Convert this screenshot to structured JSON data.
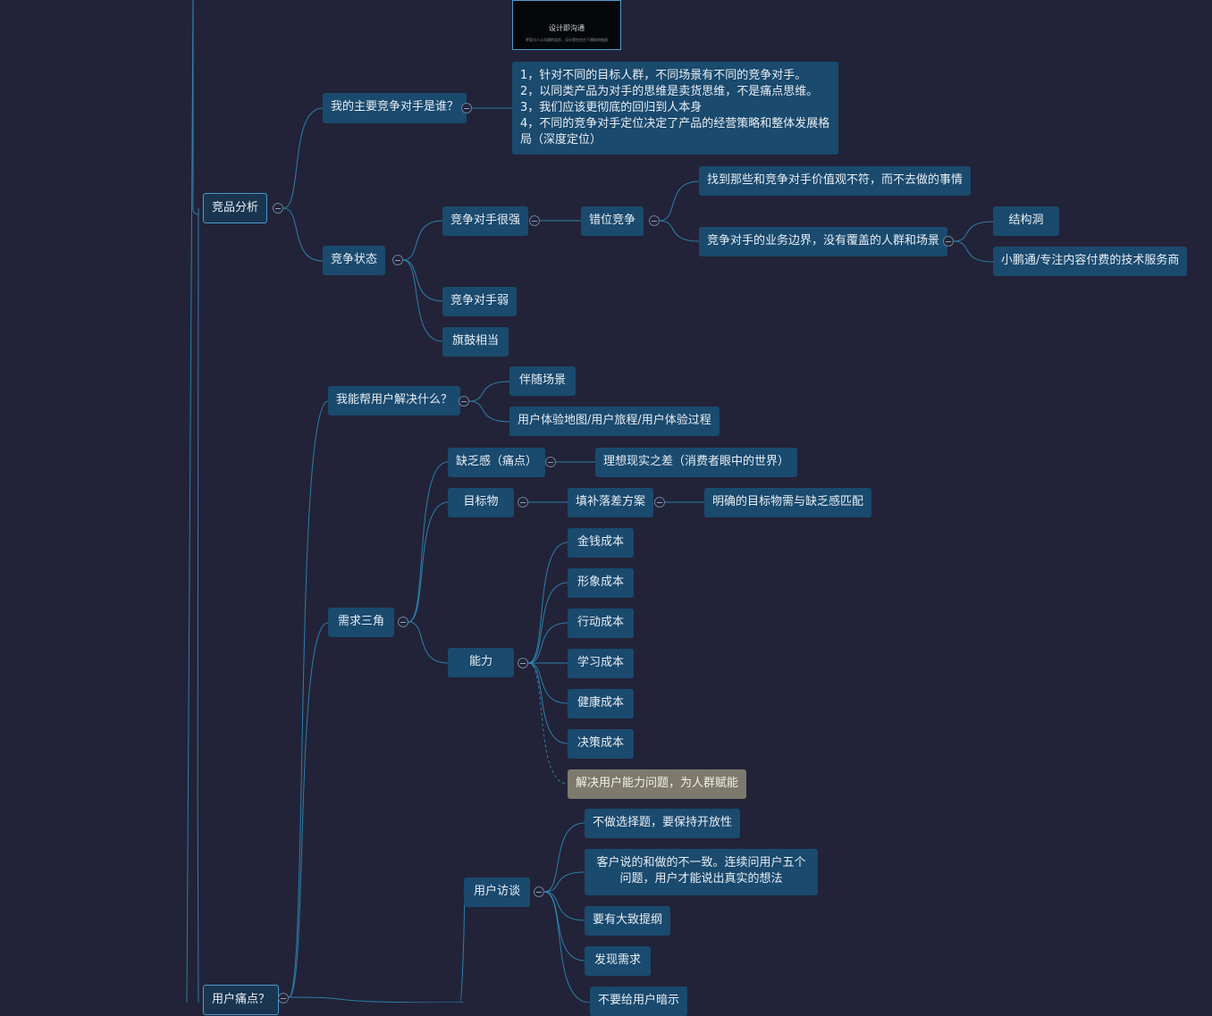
{
  "thumbnail": {
    "title": "设计即沟通",
    "subtitle": "界面与人心沟通的语言，设计是在信任下建筑的链接"
  },
  "nodes": {
    "jingpin": "竞品分析",
    "duishou_q": "我的主要竞争对手是谁？",
    "duishou_note": "1，针对不同的目标人群，不同场景有不同的竞争对手。\n2，以同类产品为对手的思维是卖货思维，不是痛点思维。\n3，我们应该更彻底的回归到人本身\n4，不同的竞争对手定位决定了产品的经营策略和整体发展格局（深度定位）",
    "jingzheng": "竞争状态",
    "hen_qiang": "竞争对手很强",
    "cuowei": "错位竞争",
    "zhaodao": "找到那些和竞争对手价值观不符，而不去做的事情",
    "bianjie": "竞争对手的业务边界，没有覆盖的人群和场景",
    "jiegoudong": "结构洞",
    "xiaopengtong": "小鹏通/专注内容付费的技术服务商",
    "ruo": "竞争对手弱",
    "qigu": "旗鼓相当",
    "jiejue_q": "我能帮用户解决什么？",
    "banshui": "伴随场景",
    "ditu": "用户体验地图/用户旅程/用户体验过程",
    "xuqiu": "需求三角",
    "quefa": "缺乏感（痛点）",
    "lixiang": "理想现实之差（消费者眼中的世界）",
    "mubiao": "目标物",
    "tianbu": "填补落差方案",
    "mingque": "明确的目标物需与缺乏感匹配",
    "nengli": "能力",
    "jinqian": "金钱成本",
    "xingxiang": "形象成本",
    "xingdong": "行动成本",
    "xuexi": "学习成本",
    "jiankang": "健康成本",
    "juece": "决策成本",
    "funeng": "解决用户能力问题，为人群赋能",
    "fangtan": "用户访谈",
    "buzuo": "不做选择题，要保持开放性",
    "kehu": "客户说的和做的不一致。连续问用户五个问题，用户才能说出真实的想法",
    "tigang": "要有大致提纲",
    "faxian": "发现需求",
    "anshi": "不要给用户暗示",
    "tongdian": "用户痛点？"
  },
  "colors": {
    "background": "#222338",
    "node": "#1a4a6e",
    "line": "#2f8fbd",
    "note": "#7d7a6d"
  }
}
